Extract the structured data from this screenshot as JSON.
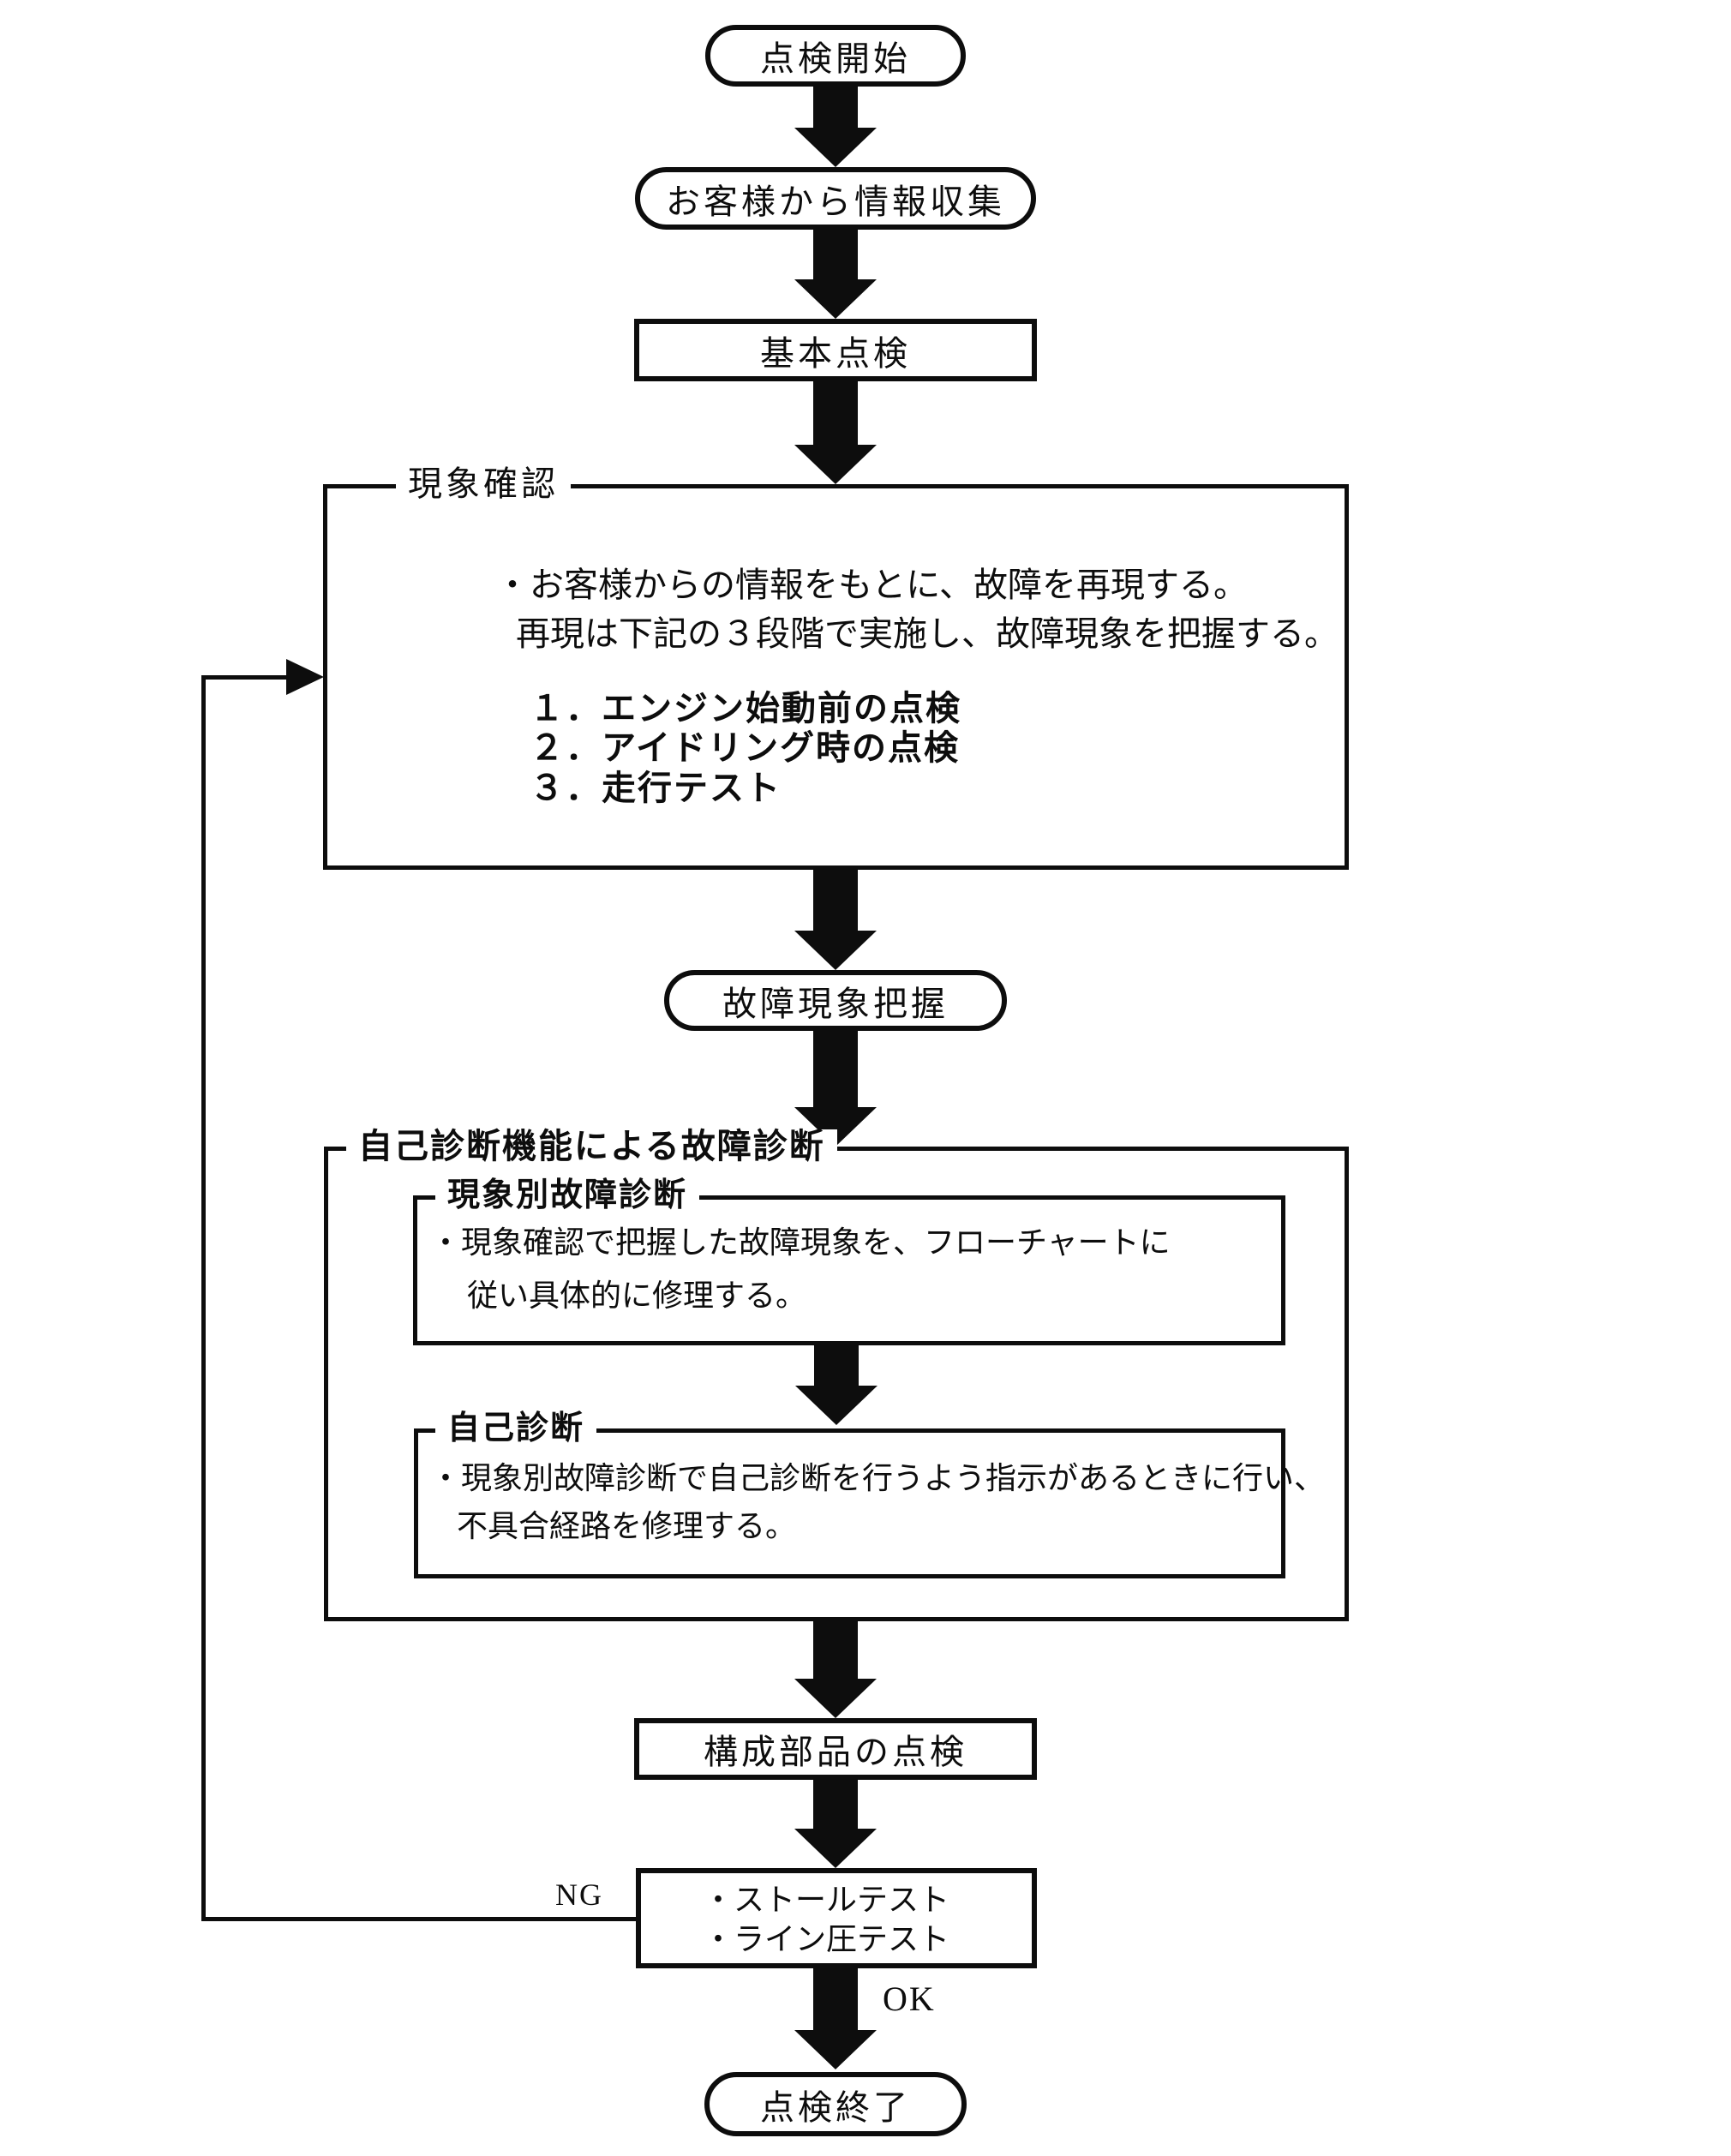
{
  "colors": {
    "ink": "#0d0d0d",
    "paper": "#ffffff"
  },
  "terminals": {
    "start": "点検開始",
    "collect_info": "お客様から情報収集",
    "basic_check": "基本点検",
    "grasp_phenomenon": "故障現象把握",
    "component_check": "構成部品の点検",
    "end": "点検終了"
  },
  "phenomenon_check": {
    "title": "現象確認",
    "desc_line1": "・お客様からの情報をもとに、故障を再現する。",
    "desc_line2": "再現は下記の３段階で実施し、故障現象を把握する。",
    "step1": "１．エンジン始動前の点検",
    "step2": "２．アイドリング時の点検",
    "step3": "３．走行テスト"
  },
  "self_diagnosis": {
    "title": "自己診断機能による故障診断",
    "by_phenomenon": {
      "title": "現象別故障診断",
      "line1": "・現象確認で把握した故障現象を、フローチャートに",
      "line2": "従い具体的に修理する。"
    },
    "self_diag": {
      "title": "自己診断",
      "line1": "・現象別故障診断で自己診断を行うよう指示があるときに行い、",
      "line2": "不具合経路を修理する。"
    }
  },
  "tests": {
    "stall": "・ストールテスト",
    "line_pressure": "・ライン圧テスト"
  },
  "branch_labels": {
    "ng": "NG",
    "ok": "OK"
  }
}
